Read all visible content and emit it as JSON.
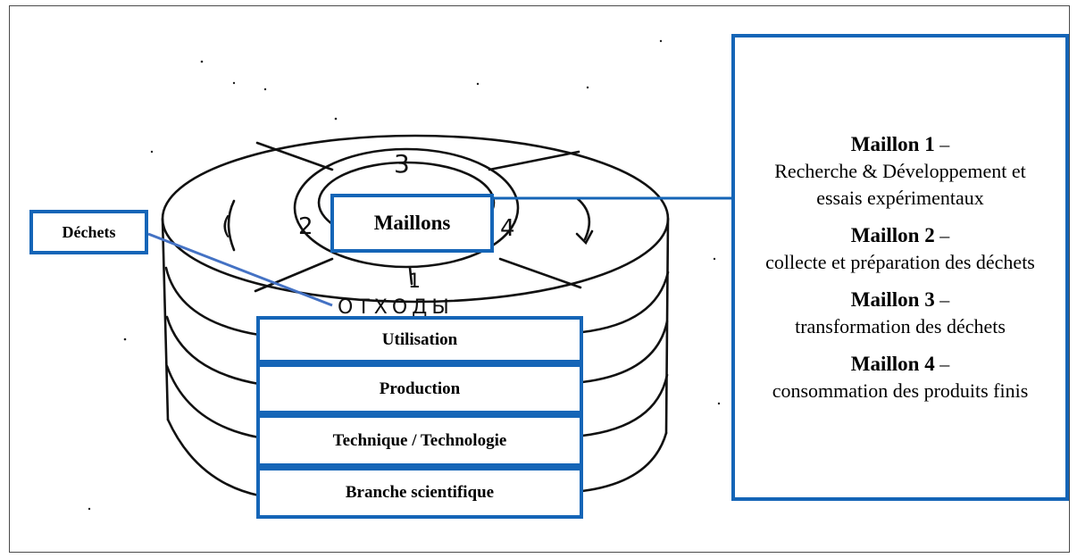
{
  "diagram": {
    "sketch_numbers": [
      "1",
      "2",
      "3",
      "4"
    ],
    "sketch_handwriting": "ОТХОДЫ",
    "labels": {
      "dechets": "Déchets",
      "maillons": "Maillons"
    },
    "stack": [
      "Utilisation",
      "Production",
      "Technique / Technologie",
      "Branche scientifique"
    ],
    "panel": [
      {
        "title": "Maillon 1",
        "dash": " –",
        "text": "Recherche & Développement et essais expérimentaux"
      },
      {
        "title": "Maillon 2",
        "dash": " –",
        "text": "collecte et préparation des déchets"
      },
      {
        "title": "Maillon 3",
        "dash": " –",
        "text": "transformation des déchets"
      },
      {
        "title": "Maillon 4",
        "dash": " –",
        "text": "consommation des produits finis"
      }
    ],
    "colors": {
      "box_border": "#1565b7",
      "sketch": "#111111",
      "connector": "#4472c4"
    }
  }
}
